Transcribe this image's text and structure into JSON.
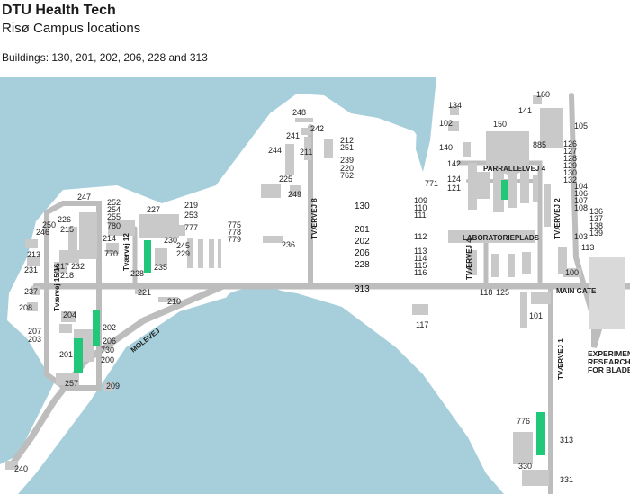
{
  "header": {
    "title": "DTU Health Tech",
    "subtitle": "Risø Campus locations",
    "buildings_line": "Buildings: 130, 201, 202, 206, 228 and 313"
  },
  "colors": {
    "water": "#a6cfdb",
    "land": "#ffffff",
    "road": "#bdbdbd",
    "building": "#c9c9c9",
    "highlight": "#22c87a"
  },
  "streets": {
    "parallelvej": "PARRALLELVEJ 4",
    "laboratorieplads": "LABORATORIEPLADS",
    "main_gate": "MAIN GATE",
    "tvaervej8": "TVÆRVEJ 8",
    "tvaervej12": "Tværvej 12",
    "tvaervej1516": "Tværvej 15/16",
    "tvaervej4": "TVÆRVEJ 4",
    "tvaervej2": "TVÆRVEJ 2",
    "tvaervej1": "TVÆRVEJ 1",
    "molevej": "MOLEVEJ",
    "experiment": [
      "EXPERIMENT",
      "RESEARCH F",
      "FOR BLADE S"
    ]
  },
  "target_list": [
    "130",
    "201",
    "202",
    "206",
    "228",
    "313"
  ],
  "labels": {
    "b248": "248",
    "b242": "242",
    "b241": "241",
    "b212": "212",
    "b251": "251",
    "b211": "211",
    "b239": "239",
    "b220": "220",
    "b762": "762",
    "b244": "244",
    "b225": "225",
    "b249": "249",
    "b236": "236",
    "b247": "247",
    "b226": "226",
    "b250": "250",
    "b246": "246",
    "b215": "215",
    "b252": "252",
    "b254": "254",
    "b255": "255",
    "b780": "780",
    "b227": "227",
    "b219": "219",
    "b253": "253",
    "b777": "777",
    "b775": "775",
    "b778": "778",
    "b779": "779",
    "b245": "245",
    "b229": "229",
    "b230": "230",
    "b214": "214",
    "b770": "770",
    "b213": "213",
    "b231": "231",
    "b217": "217",
    "b232": "232",
    "b218": "218",
    "b235": "235",
    "b228": "228",
    "b221": "221",
    "b210": "210",
    "b237": "237",
    "b208": "208",
    "b204": "204",
    "b207": "207",
    "b203": "203",
    "b202": "202",
    "b206": "206",
    "b201": "201",
    "b730": "730",
    "b200": "200",
    "b257": "257",
    "b209": "209",
    "b240": "240",
    "b134": "134",
    "b160": "160",
    "b141": "141",
    "b105": "105",
    "b102": "102",
    "b150": "150",
    "b885": "885",
    "b140": "140",
    "b126": "126",
    "b127": "127",
    "b128": "128",
    "b129": "129",
    "b130": "130",
    "b132": "132",
    "b142": "142",
    "b124": "124",
    "b121": "121",
    "b771": "771",
    "b104": "104",
    "b106": "106",
    "b107": "107",
    "b108": "108",
    "b109": "109",
    "b110": "110",
    "b111": "111",
    "b136": "136",
    "b137": "137",
    "b138": "138",
    "b139": "139",
    "b112": "112",
    "b103": "103",
    "b113": "113",
    "b113b": "113",
    "b114": "114",
    "b115": "115",
    "b116": "116",
    "b100": "100",
    "b118": "118",
    "b125": "125",
    "b101": "101",
    "b117": "117",
    "b776": "776",
    "b313": "313",
    "b330": "330",
    "b331": "331"
  }
}
